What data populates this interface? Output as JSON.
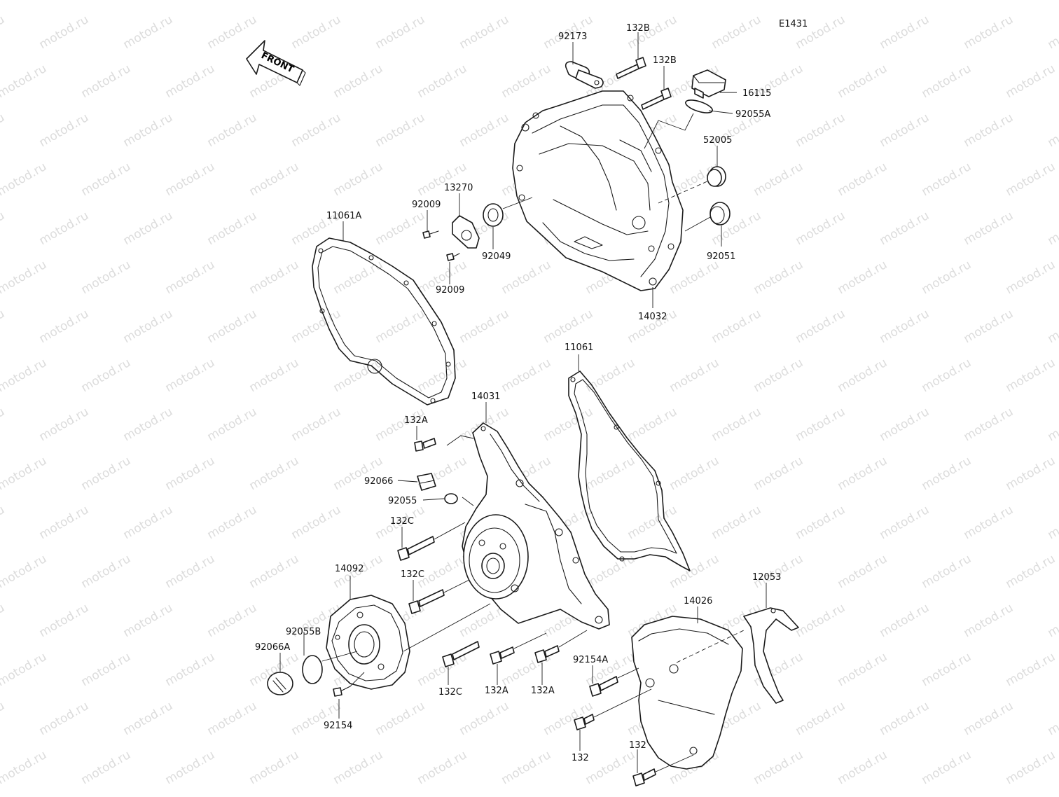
{
  "diagram": {
    "code": "E1431",
    "front_label": "FRONT",
    "watermark": "motod.ru"
  },
  "labels": {
    "p92173": "92173",
    "p132B_a": "132B",
    "p132B_b": "132B",
    "p16115": "16115",
    "p92055A": "92055A",
    "p52005": "52005",
    "p92051": "92051",
    "p14032": "14032",
    "p13270": "13270",
    "p92009_a": "92009",
    "p92009_b": "92009",
    "p92049": "92049",
    "p11061A": "11061A",
    "p11061": "11061",
    "p14031": "14031",
    "p132A_top": "132A",
    "p92066": "92066",
    "p92055": "92055",
    "p132C_a": "132C",
    "p132C_b": "132C",
    "p132C_c": "132C",
    "p14092": "14092",
    "p92055B": "92055B",
    "p92066A": "92066A",
    "p92154": "92154",
    "p132A_b": "132A",
    "p132A_c": "132A",
    "p92154A": "92154A",
    "p14026": "14026",
    "p12053": "12053",
    "p132_a": "132",
    "p132_b": "132"
  }
}
